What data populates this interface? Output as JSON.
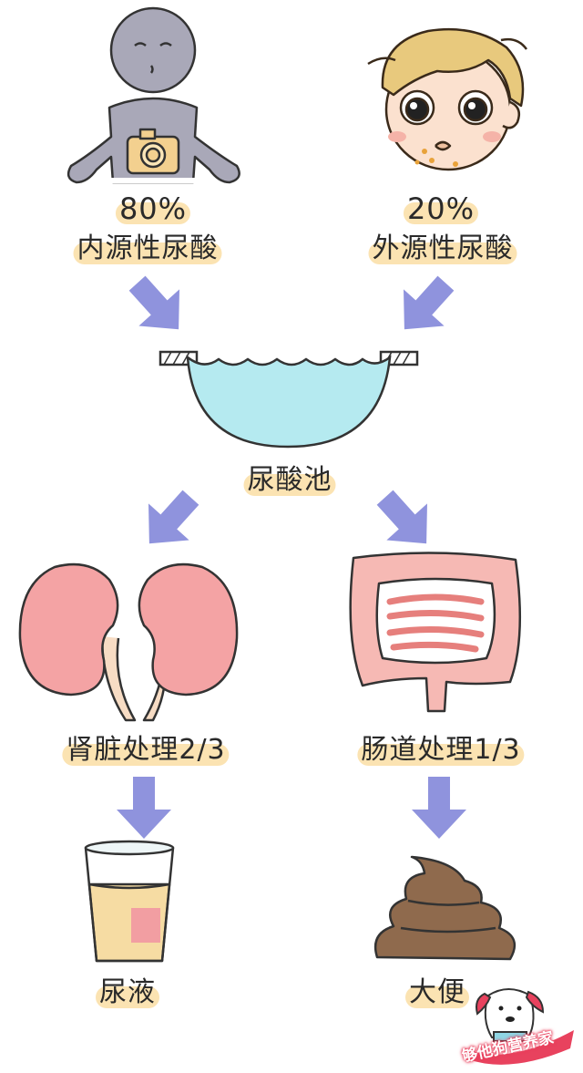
{
  "sources": {
    "endogenous": {
      "percent": "80%",
      "label": "内源性尿酸"
    },
    "exogenous": {
      "percent": "20%",
      "label": "外源性尿酸"
    }
  },
  "pool": {
    "label": "尿酸池"
  },
  "outputs": {
    "kidney": {
      "label": "肾脏处理2/3",
      "result": "尿液"
    },
    "intestine": {
      "label": "肠道处理1/3",
      "result": "大便"
    }
  },
  "watermark": {
    "text": "够他狗营养家"
  },
  "colors": {
    "arrow": "#8f93dd",
    "label_bg": "#fbe3b2",
    "water": "#b5eaf0",
    "kidney": "#f4a3a4",
    "intestine": "#f6b9b4",
    "stool": "#8f6a4d",
    "urine": "#f6dca3"
  },
  "icons": [
    "person-with-camera-icon",
    "child-face-icon",
    "kidney-icon",
    "intestine-icon",
    "glass-of-urine-icon",
    "stool-icon",
    "dog-mascot-icon"
  ]
}
